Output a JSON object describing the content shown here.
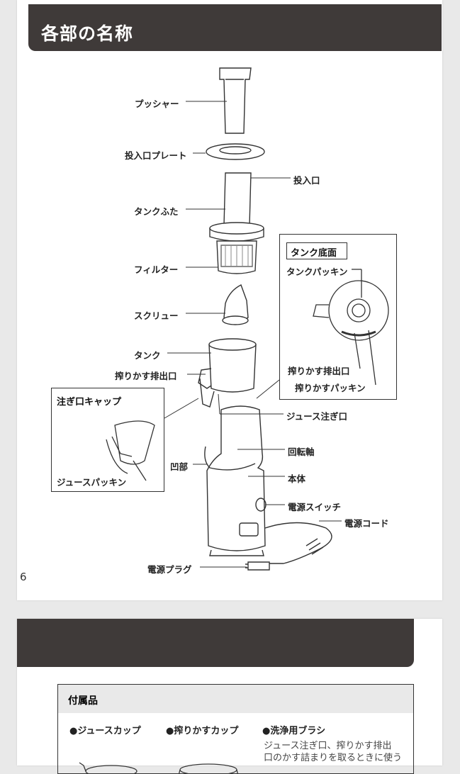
{
  "page1": {
    "title": "各部の名称",
    "page_number": "6",
    "labels": {
      "pusher": "プッシャー",
      "inlet_plate": "投入口プレート",
      "inlet": "投入口",
      "tank_lid": "タンクふた",
      "filter": "フィルター",
      "screw": "スクリュー",
      "tank": "タンク",
      "pulp_outlet": "搾りかす排出口",
      "juice_spout": "ジュース注ぎ口",
      "rotation_shaft": "回転軸",
      "recess": "凹部",
      "body": "本体",
      "power_switch": "電源スイッチ",
      "power_cord": "電源コード",
      "power_plug": "電源プラグ"
    },
    "tank_bottom_box": {
      "title": "タンク底面",
      "tank_packing": "タンクパッキン",
      "pulp_outlet": "搾りかす排出口",
      "pulp_packing": "搾りかすパッキン"
    },
    "spout_cap_box": {
      "title": "注ぎ口キャップ",
      "juice_packing": "ジュースパッキン"
    }
  },
  "page2": {
    "accessories": {
      "title": "付属品",
      "items": [
        "●ジュースカップ",
        "●搾りかすカップ",
        "●洗浄用ブラシ"
      ],
      "brush_desc_line1": "ジュース注ぎ口、搾りかす排出",
      "brush_desc_line2": "口のかす詰まりを取るときに使う"
    }
  }
}
